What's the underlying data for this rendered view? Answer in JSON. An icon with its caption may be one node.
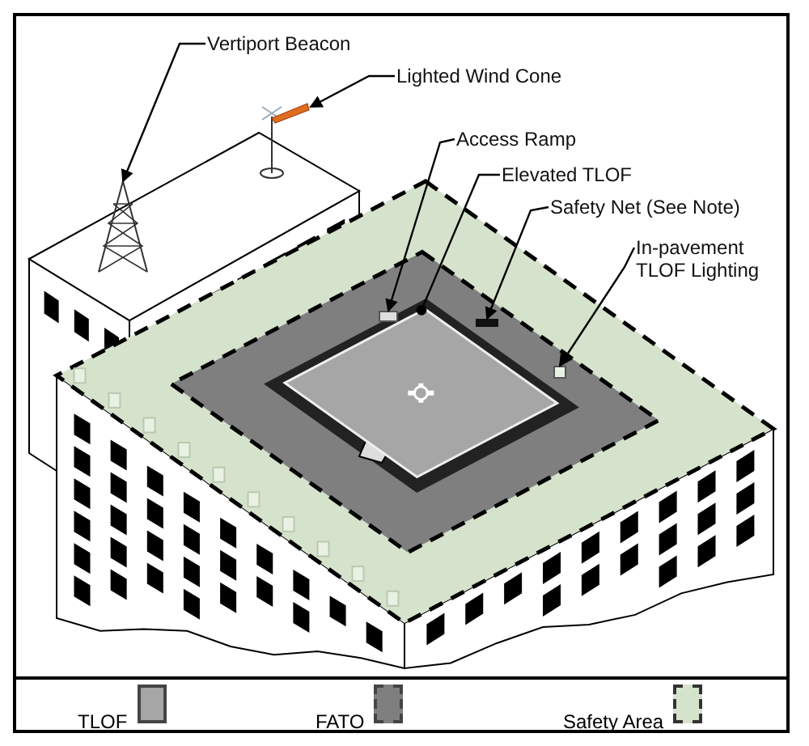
{
  "diagram": {
    "nodes": [
      {
        "text": [
          "Vertiport Beacon"
        ]
      },
      {
        "text": [
          "Lighted Wind Cone"
        ]
      },
      {
        "text": [
          "Access Ramp"
        ]
      },
      {
        "text": [
          "Elevated TLOF"
        ]
      },
      {
        "text": [
          "Safety Net (See Note)"
        ]
      },
      {
        "text": [
          "In-pavement TLOF Lighting"
        ]
      },
      {
        "text": [],
        "shape": "picture"
      },
      {
        "text": [],
        "shape": "picture"
      },
      {
        "text": [],
        "shape": "diamond"
      },
      {
        "text": [],
        "shape": "box"
      },
      {
        "text": [],
        "shape": "bar"
      },
      {
        "text": [],
        "shape": "box"
      }
    ],
    "edges": [
      {
        "from": 0,
        "to": 6,
        "arrow": "to"
      },
      {
        "from": 1,
        "to": 7,
        "arrow": "to"
      },
      {
        "from": 2,
        "to": 9,
        "arrow": "to"
      },
      {
        "from": 3,
        "to": 8,
        "arrow": "other"
      },
      {
        "from": 4,
        "to": 10,
        "arrow": "to"
      },
      {
        "from": 5,
        "to": 11,
        "arrow": "to"
      }
    ],
    "legend": [
      {
        "text": "TLOF",
        "color": "#a6a6a6"
      },
      {
        "text": "FATO",
        "color": "#7f7f7f"
      },
      {
        "text": "Safety Area",
        "color": "#d5e3cc"
      }
    ]
  }
}
